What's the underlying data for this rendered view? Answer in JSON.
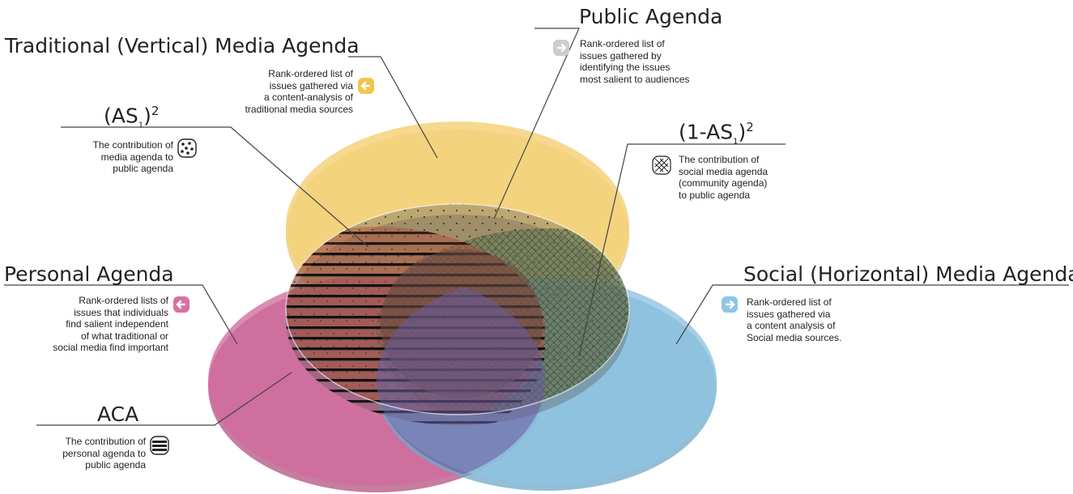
{
  "traditional": {
    "title": "Traditional (Vertical) Media Agenda",
    "desc": [
      "Rank-ordered list of",
      "issues gathered via",
      "a content-analysis of",
      "traditional media sources"
    ],
    "icon": "arrow-left-icon",
    "color": "#f3c54a"
  },
  "public": {
    "title": "Public Agenda",
    "desc": [
      "Rank-ordered list of",
      "issues gathered by",
      "identifying the issues",
      "most salient to audiences"
    ],
    "icon": "arrow-right-icon",
    "color": "#d0d0d0"
  },
  "as1": {
    "title_main": "(AS",
    "title_sub": "1",
    "title_close": ")",
    "title_sup": "2",
    "desc": [
      "The contribution of",
      "media agenda to",
      "public agenda"
    ],
    "icon": "dotted-pattern-icon"
  },
  "one_minus_as1": {
    "title_main": "(1-AS",
    "title_sub": "1",
    "title_close": ")",
    "title_sup": "2",
    "desc": [
      "The contribution of",
      "social media agenda",
      "(community agenda)",
      "to public agenda"
    ],
    "icon": "crosshatch-pattern-icon"
  },
  "personal": {
    "title": "Personal Agenda",
    "desc": [
      "Rank-ordered lists of",
      "issues that individuals",
      "find salient independent",
      "of what traditional or",
      "social media find important"
    ],
    "icon": "arrow-left-icon",
    "color": "#d571a4"
  },
  "social": {
    "title": "Social (Horizontal) Media Agenda",
    "desc": [
      "Rank-ordered list of",
      "issues gathered via",
      "a content analysis of",
      "Social media sources."
    ],
    "icon": "arrow-right-icon",
    "color": "#8fc6e4"
  },
  "aca": {
    "title": "ACA",
    "desc": [
      "The contribution of",
      "personal agenda to",
      "public agenda"
    ],
    "icon": "striped-pattern-icon"
  }
}
